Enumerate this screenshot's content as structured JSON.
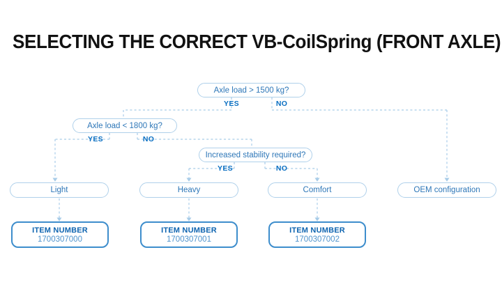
{
  "title": "SELECTING THE CORRECT VB-CoilSpring (FRONT AXLE)",
  "colors": {
    "title_text": "#111111",
    "node_border": "#AFD0EA",
    "node_text": "#2E77B8",
    "branch_label": "#0A6FC2",
    "item_border": "#3D8DCC",
    "item_title": "#0E64B0",
    "item_value": "#4E93CD",
    "connector": "#A8CCE8",
    "background": "#FFFFFF"
  },
  "decisions": [
    {
      "id": "axle-load-1500",
      "text": "Axle load > 1500 kg?",
      "yes_label": "YES",
      "no_label": "NO"
    },
    {
      "id": "axle-load-1800",
      "text": "Axle load < 1800 kg?",
      "yes_label": "YES",
      "no_label": "NO"
    },
    {
      "id": "increased-stability",
      "text": "Increased stability required?",
      "yes_label": "YES",
      "no_label": "NO"
    }
  ],
  "results": [
    {
      "id": "light",
      "text": "Light"
    },
    {
      "id": "heavy",
      "text": "Heavy"
    },
    {
      "id": "comfort",
      "text": "Comfort"
    },
    {
      "id": "oem",
      "text": "OEM configuration"
    }
  ],
  "items": [
    {
      "id": "item-light",
      "title": "ITEM NUMBER",
      "value": "1700307000"
    },
    {
      "id": "item-heavy",
      "title": "ITEM NUMBER",
      "value": "1700307001"
    },
    {
      "id": "item-comfort",
      "title": "ITEM NUMBER",
      "value": "1700307002"
    }
  ]
}
